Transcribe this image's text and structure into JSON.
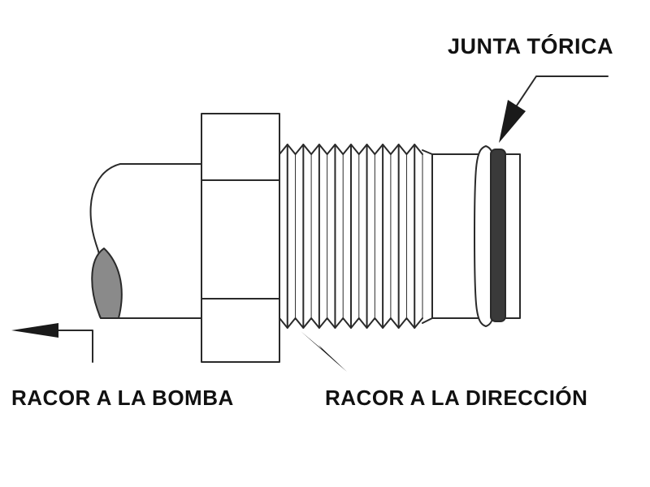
{
  "labels": {
    "o_ring": "JUNTA TÓRICA",
    "pump_fitting": "RACOR A LA BOMBA",
    "steering_fitting": "RACOR A LA DIRECCIÓN"
  },
  "colors": {
    "line": "#2a2a2a",
    "o_ring_fill": "#3a3a3a",
    "pipe_section_fill": "#8a8a8a",
    "background": "#ffffff"
  }
}
